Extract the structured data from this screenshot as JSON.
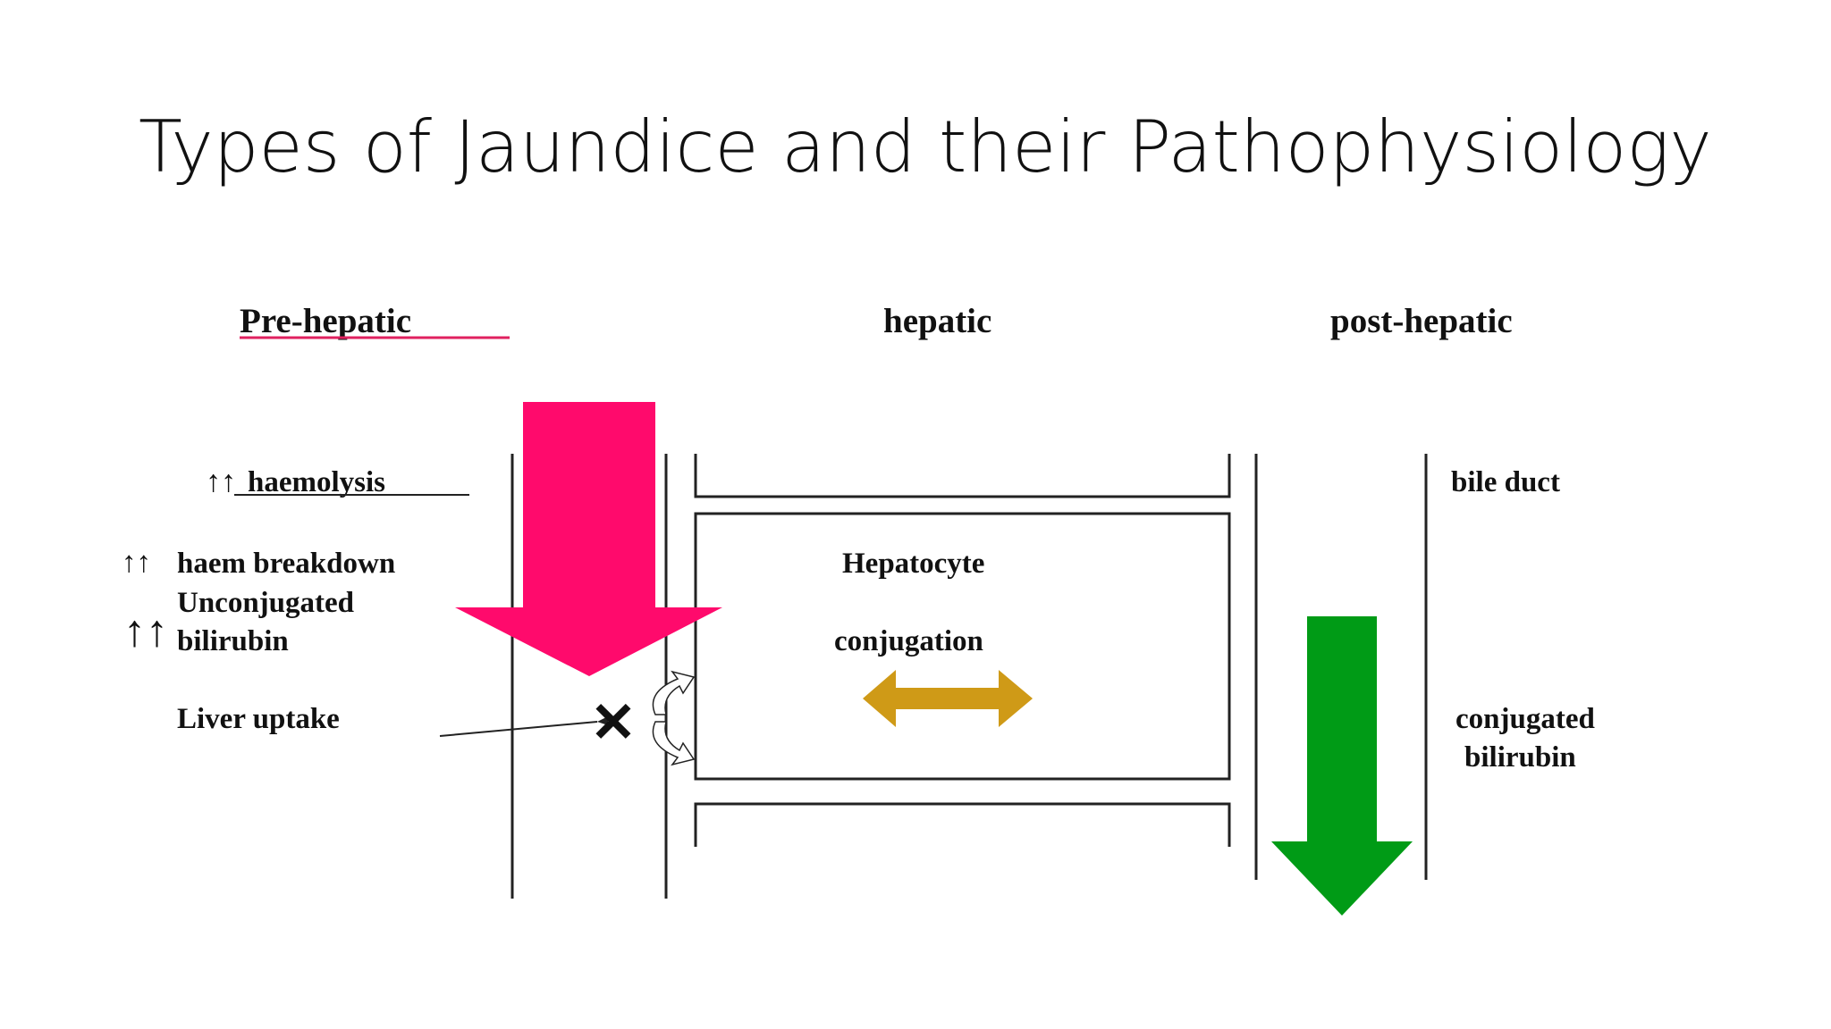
{
  "slide": {
    "title": "Types of Jaundice and their Pathophysiology"
  },
  "diagram": {
    "headers": {
      "pre_hepatic": "Pre-hepatic",
      "hepatic": "hepatic",
      "post_hepatic": "post-hepatic"
    },
    "left_labels": {
      "haemolysis_arrows": "↑↑",
      "haemolysis": "haemolysis",
      "haem_breakdown_arrows": "↑↑",
      "haem_breakdown": "haem breakdown",
      "unconjugated_arrows": "↑↑",
      "unconjugated_line1": "Unconjugated",
      "unconjugated_line2": "bilirubin",
      "liver_uptake": "Liver uptake",
      "block_mark": "✕"
    },
    "center_labels": {
      "hepatocyte": "Hepatocyte",
      "conjugation": "conjugation"
    },
    "right_labels": {
      "bile_duct": "bile duct",
      "conjugated_line1": "conjugated",
      "conjugated_line2": "bilirubin"
    },
    "colors": {
      "pre_hepatic_header": "#e0215f",
      "pink_arrow": "#ff0a6c",
      "gold_arrow": "#cf9a17",
      "green_arrow": "#009b16",
      "lines": "#222222"
    }
  }
}
